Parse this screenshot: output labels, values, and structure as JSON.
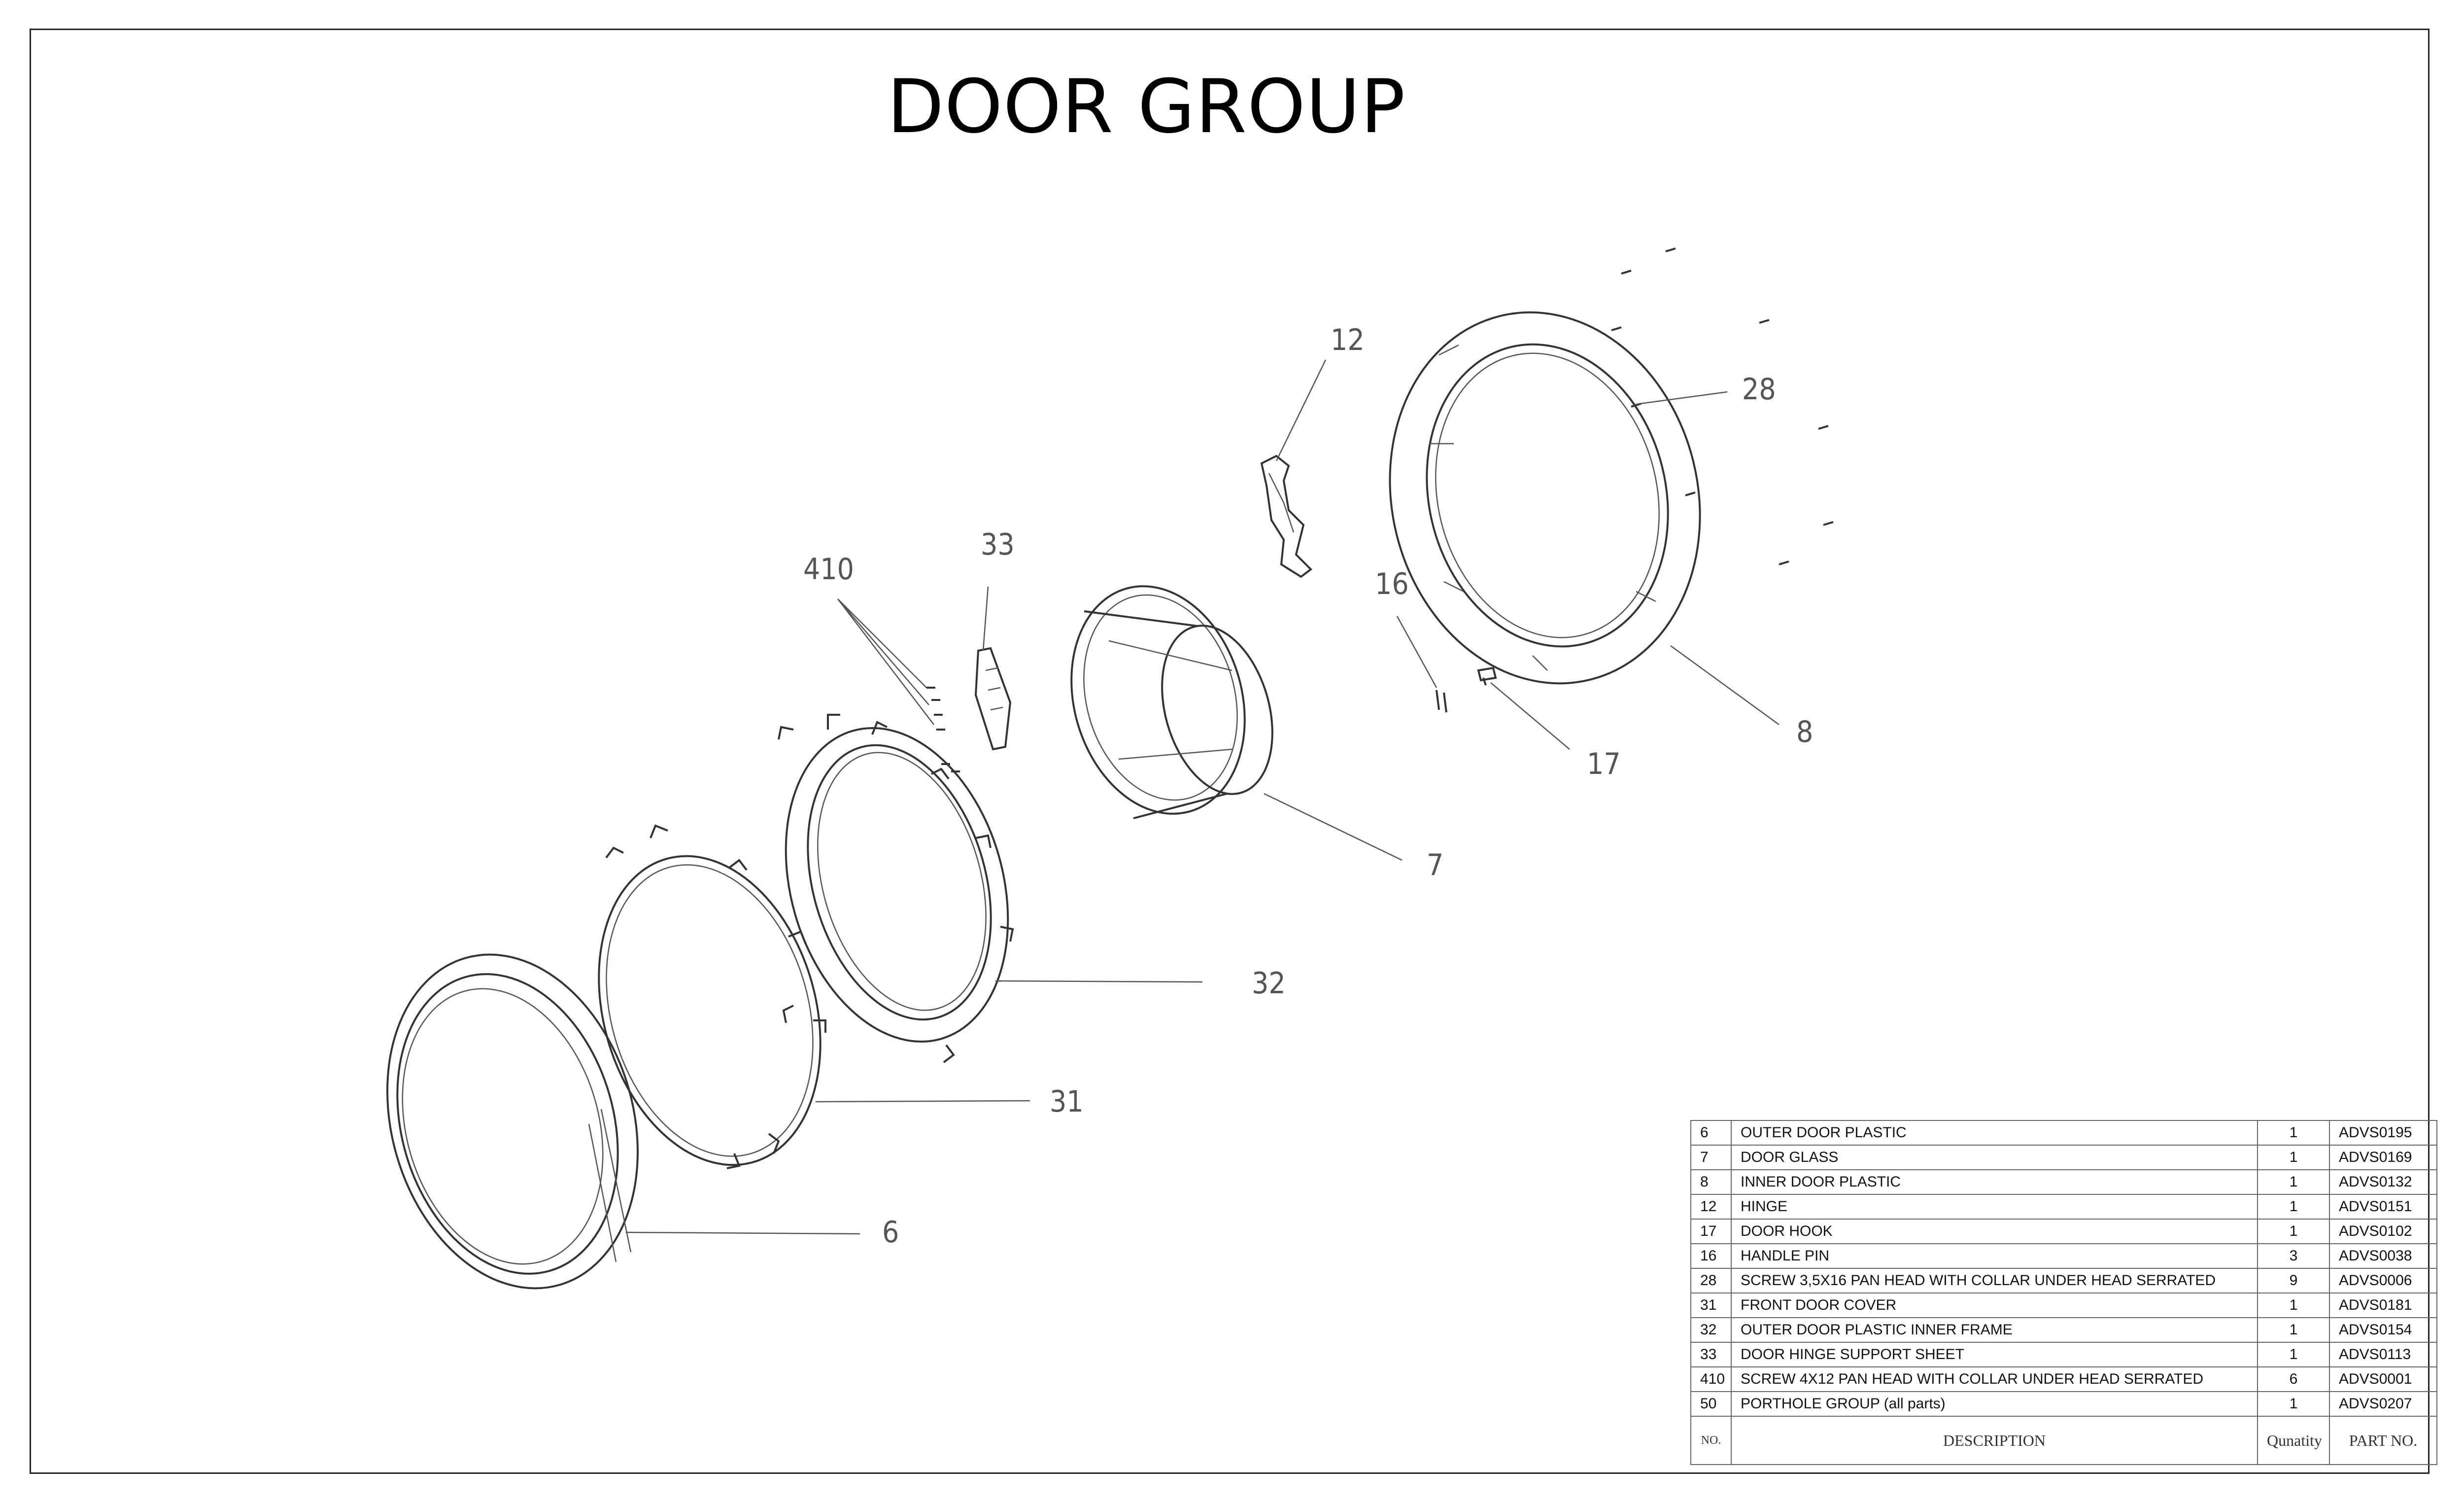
{
  "title": "DOOR GROUP",
  "callouts": [
    "12",
    "28",
    "410",
    "33",
    "16",
    "8",
    "17",
    "7",
    "32",
    "31",
    "6"
  ],
  "table": {
    "headers": {
      "no": "NO.",
      "description": "DESCRIPTION",
      "quantity": "Qunatity",
      "part_no": "PART NO."
    },
    "rows": [
      {
        "no": "6",
        "description": "OUTER DOOR PLASTIC",
        "qty": "1",
        "part_no": "ADVS0195"
      },
      {
        "no": "7",
        "description": "DOOR GLASS",
        "qty": "1",
        "part_no": "ADVS0169"
      },
      {
        "no": "8",
        "description": "INNER DOOR PLASTIC",
        "qty": "1",
        "part_no": "ADVS0132"
      },
      {
        "no": "12",
        "description": "HINGE",
        "qty": "1",
        "part_no": "ADVS0151"
      },
      {
        "no": "17",
        "description": "DOOR HOOK",
        "qty": "1",
        "part_no": "ADVS0102"
      },
      {
        "no": "16",
        "description": "HANDLE PIN",
        "qty": "3",
        "part_no": "ADVS0038"
      },
      {
        "no": "28",
        "description": "SCREW 3,5X16 PAN HEAD WITH COLLAR UNDER HEAD SERRATED",
        "qty": "9",
        "part_no": "ADVS0006"
      },
      {
        "no": "31",
        "description": "FRONT DOOR COVER",
        "qty": "1",
        "part_no": "ADVS0181"
      },
      {
        "no": "32",
        "description": "OUTER DOOR PLASTIC INNER FRAME",
        "qty": "1",
        "part_no": "ADVS0154"
      },
      {
        "no": "33",
        "description": "DOOR HINGE SUPPORT SHEET",
        "qty": "1",
        "part_no": "ADVS0113"
      },
      {
        "no": "410",
        "description": "SCREW 4X12 PAN HEAD WITH COLLAR UNDER HEAD SERRATED",
        "qty": "6",
        "part_no": "ADVS0001"
      },
      {
        "no": "50",
        "description": "PORTHOLE GROUP (all parts)",
        "qty": "1",
        "part_no": "ADVS0207"
      }
    ]
  }
}
